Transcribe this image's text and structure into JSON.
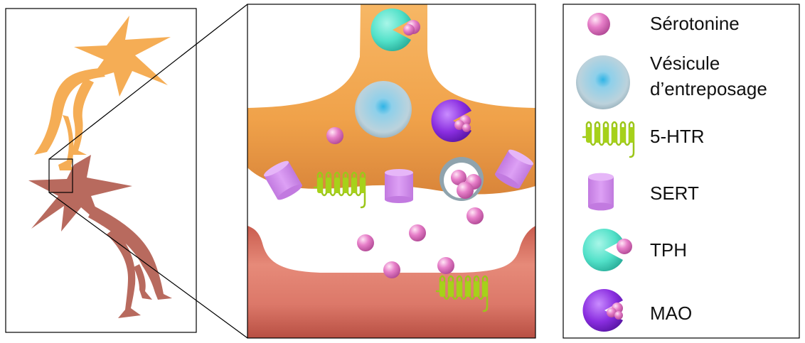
{
  "figure": {
    "colors": {
      "presynaptic_neuron": "#f5ad55",
      "postsynaptic_neuron": "#b86a5e",
      "serotonin": "#e77fc9",
      "vesicle": "#aecfdf",
      "receptor_5htr": "#a6d11a",
      "sert": "#d58cf0",
      "tph": "#52e1c9",
      "mao": "#8a2ee0"
    }
  },
  "legend": {
    "items": [
      {
        "icon": "serotonin-icon",
        "label": "Sérotonine"
      },
      {
        "icon": "vesicle-icon",
        "label": "Vésicule",
        "label2": "d’entreposage"
      },
      {
        "icon": "5-htr-receptor-icon",
        "label": "5-HTR"
      },
      {
        "icon": "sert-transporter-icon",
        "label": "SERT"
      },
      {
        "icon": "tph-enzyme-icon",
        "label": "TPH"
      },
      {
        "icon": "mao-enzyme-icon",
        "label": "MAO"
      }
    ]
  }
}
